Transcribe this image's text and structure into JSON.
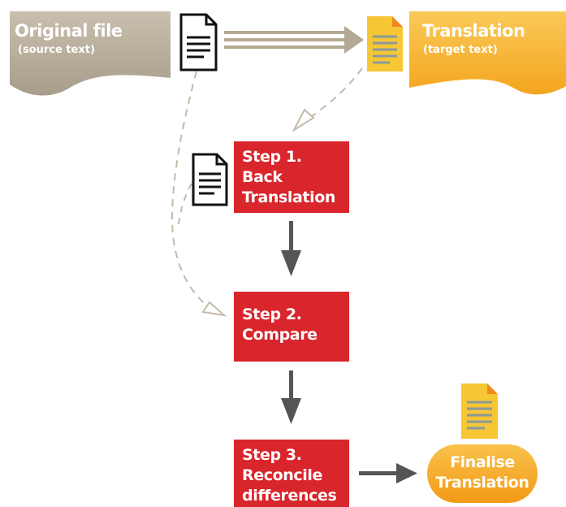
{
  "source": {
    "title": "Original file",
    "subtitle": "(source text)"
  },
  "target": {
    "title": "Translation",
    "subtitle": "(target text)"
  },
  "steps": [
    {
      "lines": [
        "Step 1.",
        "Back",
        "Translation"
      ]
    },
    {
      "lines": [
        "Step 2.",
        "Compare"
      ]
    },
    {
      "lines": [
        "Step 3.",
        "Reconcile",
        "differences"
      ]
    }
  ],
  "final": {
    "lines": [
      "Finalise",
      "Translation"
    ]
  },
  "colors": {
    "source_banner": "#b8ad9b",
    "target_banner": "#f7b53b",
    "step_box": "#d9252c",
    "final_pill": "#f39a17",
    "arrow": "#555555",
    "dashed_arrow": "#c3bba9"
  }
}
